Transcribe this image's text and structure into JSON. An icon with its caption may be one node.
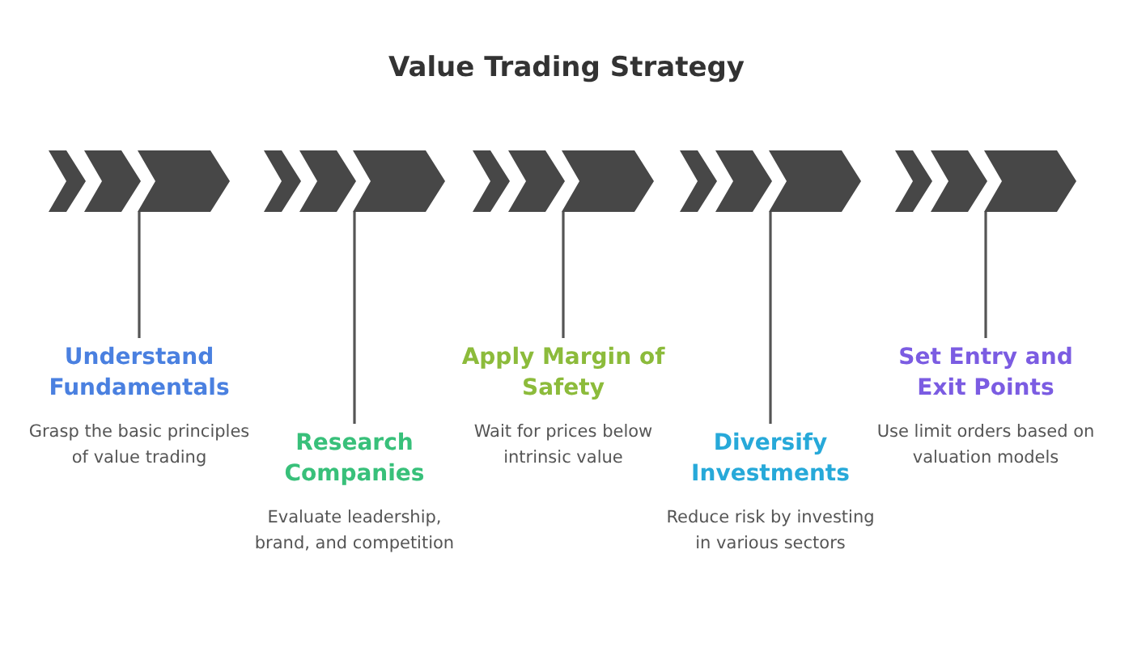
{
  "diagram": {
    "title": "Value Trading Strategy",
    "nodes": [
      {
        "text": [],
        "shape": "chevron"
      },
      {
        "text": [
          "Understand Fundamentals",
          "Grasp the basic principles of value trading"
        ]
      },
      {
        "text": [],
        "shape": "chevron"
      },
      {
        "text": [
          "Research Companies",
          "Evaluate leadership, brand, and competition"
        ]
      },
      {
        "text": [],
        "shape": "chevron"
      },
      {
        "text": [
          "Apply Margin of Safety",
          "Wait for prices below intrinsic value"
        ]
      },
      {
        "text": [],
        "shape": "chevron"
      },
      {
        "text": [
          "Diversify Investments",
          "Reduce risk by investing in various sectors"
        ]
      },
      {
        "text": [],
        "shape": "chevron"
      },
      {
        "text": [
          "Set Entry and Exit Points",
          "Use limit orders based on valuation models"
        ]
      }
    ],
    "edges": [
      {
        "from": 0,
        "to": 1,
        "arrow": "none"
      },
      {
        "from": 2,
        "to": 3,
        "arrow": "none"
      },
      {
        "from": 4,
        "to": 5,
        "arrow": "none"
      },
      {
        "from": 6,
        "to": 7,
        "arrow": "none"
      },
      {
        "from": 8,
        "to": 9,
        "arrow": "none"
      }
    ]
  }
}
